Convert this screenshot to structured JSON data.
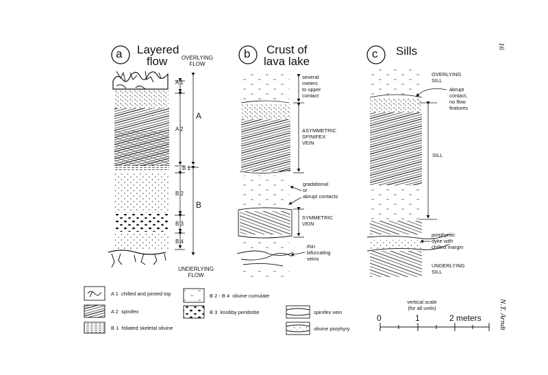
{
  "page_number": "16",
  "author": "N.T. Arndt",
  "panel_a": {
    "letter": "a",
    "title": [
      "Layered",
      "flow"
    ],
    "overlying": [
      "OVERLYING",
      "FLOW"
    ],
    "underlying": [
      "UNDERLYING",
      "FLOW"
    ],
    "zone_labels": [
      "A 1",
      "A 2",
      "B 1",
      "B 2",
      "B 3",
      "B 4"
    ],
    "big_labels": [
      "A",
      "B"
    ]
  },
  "panel_b": {
    "letter": "b",
    "title": [
      "Crust of",
      "lava lake"
    ],
    "notes": {
      "upper": [
        "several",
        "meters",
        "to upper",
        "contact"
      ],
      "asym": [
        "ASYMMETRIC",
        "SPINIFEX",
        "VEIN"
      ],
      "grad": [
        "gradational",
        "or",
        "abrupt contacts"
      ],
      "sym": [
        "SYMMETRIC",
        "VEIN"
      ],
      "thin": [
        "thin",
        "bifurcating",
        "veins"
      ]
    }
  },
  "panel_c": {
    "letter": "c",
    "title": "Sills",
    "overlying": [
      "OVERLYING",
      "SILL"
    ],
    "abrupt": [
      "abrupt",
      "contact,",
      "no flow",
      "features"
    ],
    "sill": "SILL",
    "dyke": [
      "porphyritic",
      "dyke with",
      "chilled margin"
    ],
    "underlying": [
      "UNDERLYING",
      "SILL"
    ]
  },
  "legend": {
    "a1": "chilled and jointed top",
    "a2": "spinifex",
    "b1": "foliated skeletal olivine",
    "b24": "olivine cumulate",
    "b3": "knobby peridotite",
    "vein": "spinifex vein",
    "porph": "olivine porphyry",
    "sym_a1": "A 1",
    "sym_a2": "A 2",
    "sym_b1": "B 1",
    "sym_b24": "B 2 - B 4",
    "sym_b3": "B 3"
  },
  "scale": {
    "title": [
      "vertical scale",
      "(for all units)"
    ],
    "ticks": [
      "0",
      "1",
      "2 meters"
    ]
  }
}
